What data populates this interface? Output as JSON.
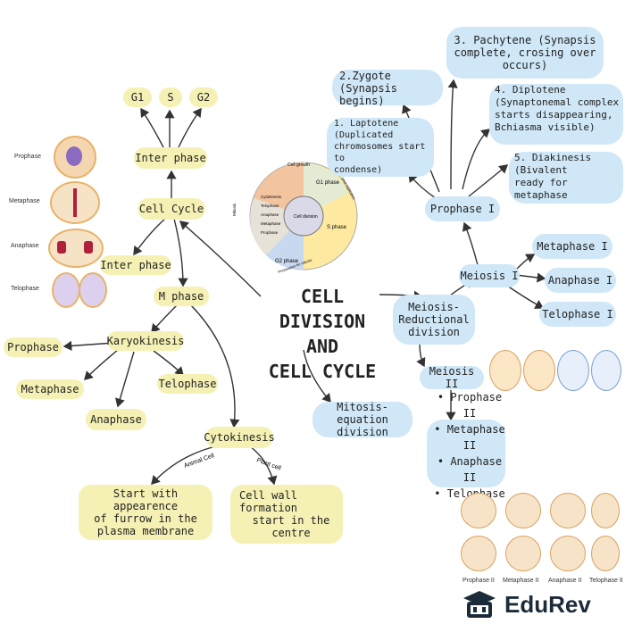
{
  "title": {
    "line1": "CELL DIVISION",
    "line2": "AND",
    "line3": "CELL CYCLE"
  },
  "left": {
    "g1": "G1",
    "s": "S",
    "g2": "G2",
    "inter_phase_top": "Inter phase",
    "cell_cycle": "Cell Cycle",
    "inter_phase": "Inter phase",
    "m_phase": "M phase",
    "karyokinesis": "Karyokinesis",
    "prophase": "Prophase",
    "metaphase": "Metaphase",
    "telophase": "Telophase",
    "anaphase": "Anaphase",
    "cytokinesis": "Cytokinesis",
    "animal_cell": "Animal Cell",
    "plant_cell": "Plant cell",
    "animal_note": [
      "Start with appearence",
      "of furrow in the",
      "plasma membrane"
    ],
    "plant_note": [
      "Cell wall",
      "formation",
      "start in the centre"
    ]
  },
  "micrographs": {
    "prophase": "Prophase",
    "metaphase": "Metaphase",
    "anaphase": "Anaphase",
    "telophase": "Telophase"
  },
  "cycle_diagram": {
    "cell_growth": "Cell growth",
    "g1_phase": "G1 phase",
    "s_phase": "S phase",
    "g2_phase": "G2 phase",
    "cell_division": "Cell division",
    "dna_replication": "DNA replication",
    "cytokinesis": "Cytokinesis",
    "mitosis": "Mitosis",
    "telophase": "Telophase",
    "anaphase": "Anaphase",
    "metaphase": "Metaphase",
    "prophase": "Prophase",
    "preparation": "Preparation for mitosis"
  },
  "right": {
    "zygotene": [
      "2.Zygote (Synapsis",
      "begins)"
    ],
    "pachytene": [
      "3. Pachytene (Synapsis",
      "complete, crosing over",
      "occurs)"
    ],
    "leptotene": [
      "1. Laptotene",
      "(Duplicated",
      "chromosomes start to",
      "condense)"
    ],
    "diplotene": [
      "4. Diplotene",
      "(Synaptonemal  complex",
      "starts disappearing,",
      "Bchiasma visible)"
    ],
    "diakinesis": [
      "5. Diakinesis (Bivalent",
      "ready for",
      "metaphase"
    ],
    "prophase_1": "Prophase I",
    "metaphase_1": "Metaphase I",
    "meiosis_1": "Meiosis I",
    "anaphase_1": "Anaphase I",
    "telophase_1": "Telophase I",
    "meiosis_red": [
      "Meiosis-",
      "Reductional",
      "division"
    ],
    "meiosis_2": "Meiosis II",
    "mitosis": [
      "Mitosis-",
      "equation division"
    ],
    "phases_2": [
      "• Prophase II",
      "• Metaphase II",
      "• Anaphase II",
      "• Telophase II"
    ]
  },
  "meiosis_figure_captions": [
    "Prophase II",
    "Metaphase II",
    "Anaphase II",
    "Telophase II"
  ],
  "brand": {
    "name": "EduRev"
  },
  "colors": {
    "yellow_bubble": "#f5f1b4",
    "blue_bubble": "#cfe7f7",
    "arrow": "#333333"
  }
}
